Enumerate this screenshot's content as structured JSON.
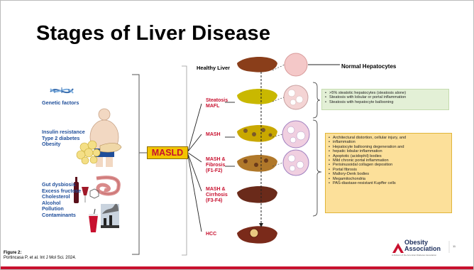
{
  "title": "Stages of Liver Disease",
  "factors": {
    "genetic": "Genetic factors",
    "metabolic": [
      "Insulin resistance",
      "Type 2 diabetes",
      "Obesity"
    ],
    "environmental": [
      "Gut dysbiosis",
      "Excess fructose",
      "Cholesterol",
      "Alcohol",
      "Pollution",
      "Contaminants"
    ]
  },
  "central_label": "MASLD",
  "healthy_liver": "Healthy Liver",
  "normal_hepatocytes": "Normal Hepatocytes",
  "stages": {
    "steatosis": [
      "Steatosis",
      "MAFL"
    ],
    "mash": "MASH",
    "mash_fibrosis": [
      "MASH &",
      "Fibrosis",
      "(F1-F2)"
    ],
    "mash_cirrhosis": [
      "MASH &",
      "Cirrhosis",
      "(F3-F4)"
    ],
    "hcc": "HCC"
  },
  "steatosis_features": [
    ">5% steatotic hepatocytes (steatosis alone)",
    "Steatosis with lobular or portal inflammation",
    "Steatosis with hepatocyte ballooning"
  ],
  "mash_features": [
    "Architectural distortion, cellular injury, and",
    "inflammation",
    "Hepatocyte ballooning degeneration and",
    "hepatic lobular inflammation",
    "Apoptotic (acidophil) bodies",
    "Mild chronic portal inflammation",
    "Perisinusoidal collagen deposition",
    "Portal fibrosis",
    "Mallory-Denk bodies",
    "Megamitochondria",
    "PAS-diastase-resistant Kupffer cells"
  ],
  "citation": {
    "label": "Figure 2:",
    "text": "Portincasa P, et al. Int J Mol Sci. 2024."
  },
  "logo": {
    "line1": "Obesity",
    "line2": "Association",
    "sub": "A division of the American Diabetes Association"
  },
  "page_number": "11",
  "colors": {
    "accent_red": "#c8102e",
    "factor_blue": "#1f4e9a",
    "masld_yellow": "#f2c400",
    "green_box": "#e3f0d6",
    "yellow_box": "#fce09a"
  }
}
